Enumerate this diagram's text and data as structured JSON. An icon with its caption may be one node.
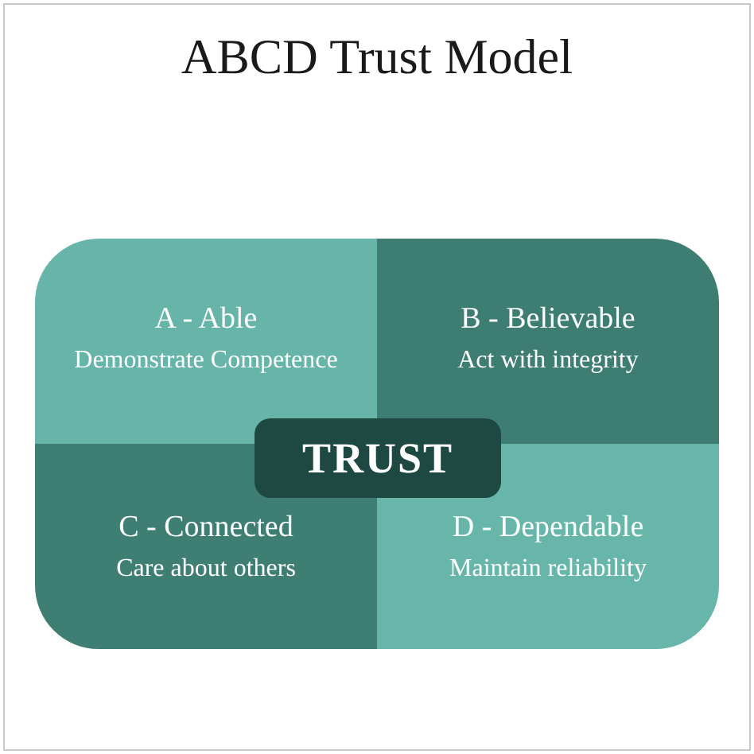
{
  "diagram": {
    "title": "ABCD Trust Model",
    "nodes": [
      {
        "text": [
          "A - Able",
          "Demonstrate Competence"
        ]
      },
      {
        "text": [
          "B - Believable",
          "Act with integrity"
        ]
      },
      {
        "text": [
          "C - Connected",
          "Care about others"
        ]
      },
      {
        "text": [
          "D - Dependable",
          "Maintain reliability"
        ]
      },
      {
        "text": [
          "TRUST"
        ]
      }
    ]
  }
}
